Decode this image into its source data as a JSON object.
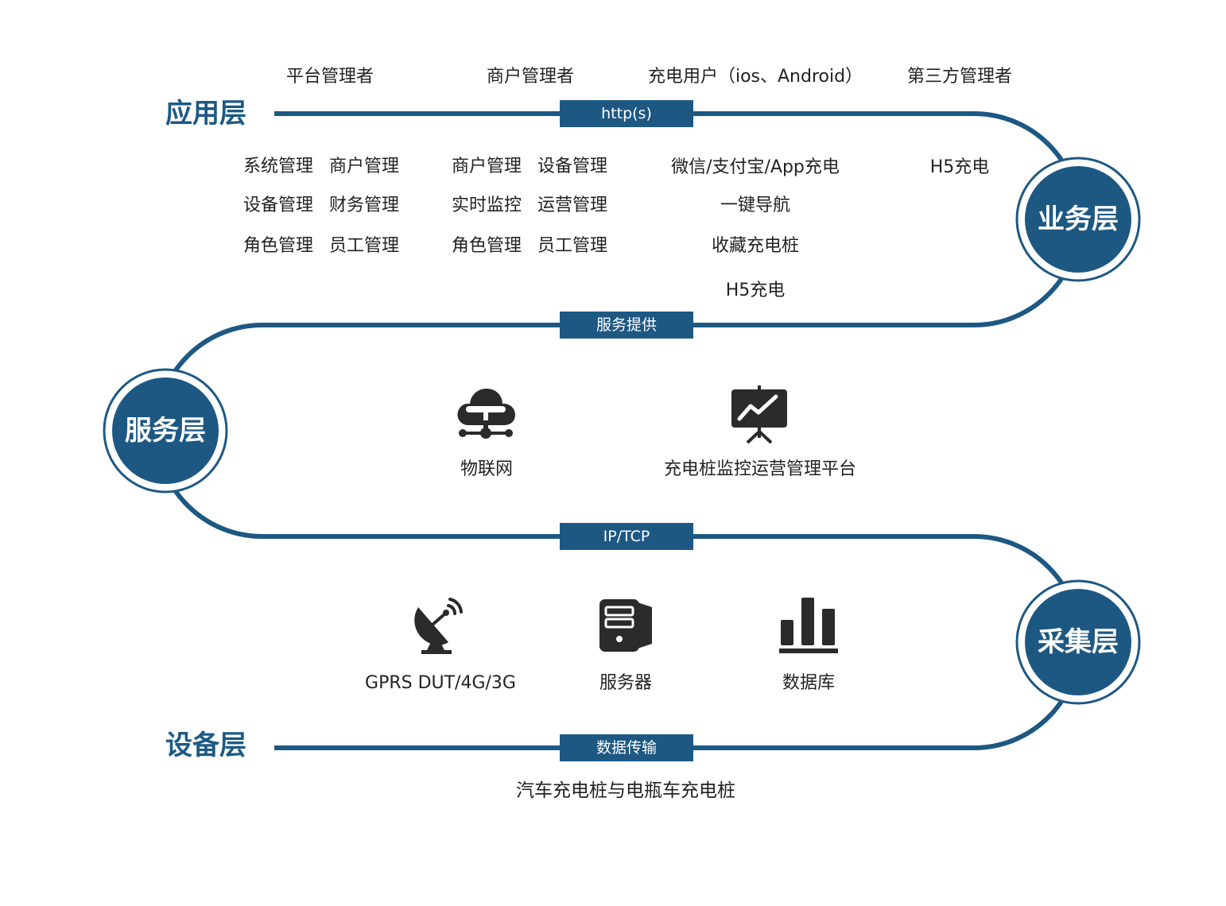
{
  "colors": {
    "accent": "#1d5883",
    "title": "#1b5a86",
    "text": "#222222"
  },
  "layers": {
    "application": "应用层",
    "business": "业务层",
    "service": "服务层",
    "collection": "采集层",
    "device": "设备层"
  },
  "badges": {
    "http": "http(s)",
    "service_provision": "服务提供",
    "iptcp": "IP/TCP",
    "data_transfer": "数据传输"
  },
  "roles": {
    "platform_admin": "平台管理者",
    "merchant_admin": "商户管理者",
    "charging_user": "充电用户（ios、Android）",
    "third_party_admin": "第三方管理者"
  },
  "platform_functions": [
    [
      "系统管理",
      "商户管理"
    ],
    [
      "设备管理",
      "财务管理"
    ],
    [
      "角色管理",
      "员工管理"
    ]
  ],
  "merchant_functions": [
    [
      "商户管理",
      "设备管理"
    ],
    [
      "实时监控",
      "运营管理"
    ],
    [
      "角色管理",
      "员工管理"
    ]
  ],
  "user_functions": [
    "微信/支付宝/App充电",
    "一键导航",
    "收藏充电桩",
    "H5充电"
  ],
  "third_party_functions": [
    "H5充电"
  ],
  "services": [
    {
      "icon": "cloud-network-icon",
      "label": "物联网"
    },
    {
      "icon": "presentation-chart-icon",
      "label": "充电桩监控运营管理平台"
    }
  ],
  "collection_items": [
    {
      "icon": "satellite-dish-icon",
      "label": "GPRS DUT/4G/3G"
    },
    {
      "icon": "server-icon",
      "label": "服务器"
    },
    {
      "icon": "bar-chart-icon",
      "label": "数据库"
    }
  ],
  "device_caption": "汽车充电桩与电瓶车充电桩"
}
